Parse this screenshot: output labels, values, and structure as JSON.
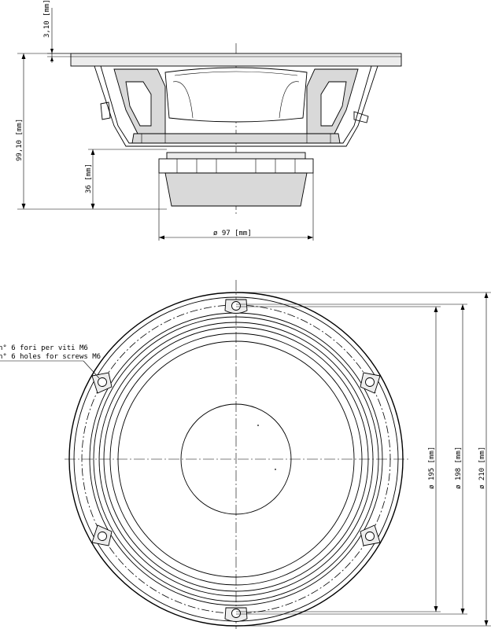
{
  "side_view": {
    "dim_flange": "3,10 [mm]",
    "dim_height": "99,10 [mm]",
    "dim_magnet_depth": "36 [mm]",
    "dim_magnet_diameter": "ø 97 [mm]"
  },
  "front_view": {
    "holes_note_it": "n° 6 fori per viti M6",
    "holes_note_en": "n° 6 holes for screws M6",
    "dim_195": "ø 195 [mm]",
    "dim_198": "ø 198 [mm]",
    "dim_210": "ø 210 [mm]"
  }
}
